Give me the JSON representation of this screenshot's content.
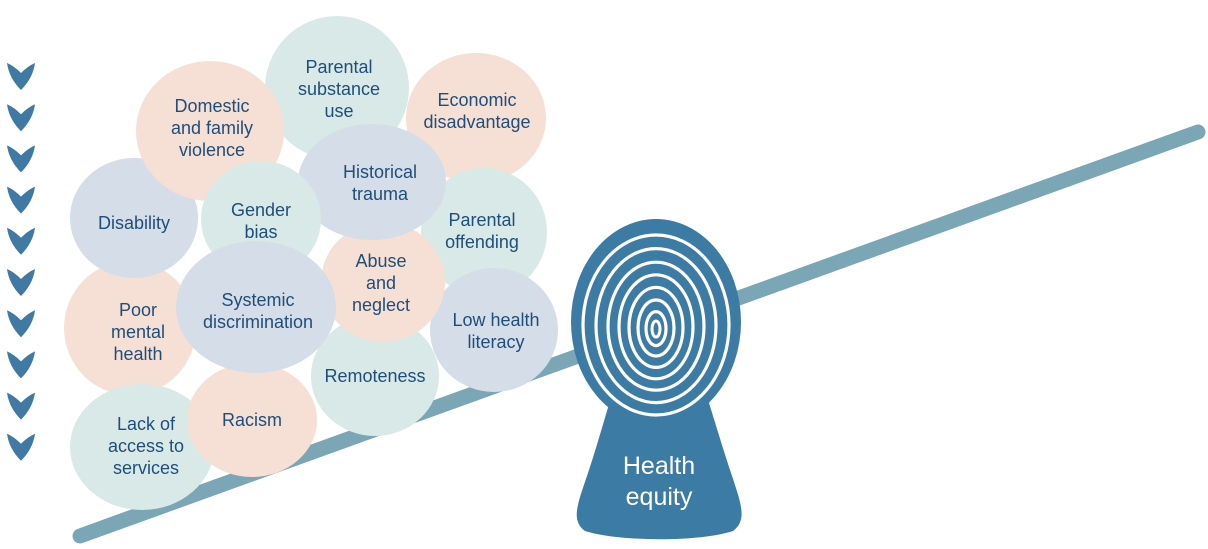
{
  "colors": {
    "beam": "#7aa6b5",
    "arrow": "#3f79a4",
    "fulcrum": "#3c7ba3",
    "text": "#1f4e7a",
    "peach": "#f6dfd5",
    "mint": "#d9e9e7",
    "lavender": "#d5dde9"
  },
  "arrows": {
    "count": 10,
    "direction": "down",
    "icon": "chevron-down-icon"
  },
  "fulcrum": {
    "icon": "concentric-rings-icon",
    "label_lines": [
      "Health",
      "equity"
    ]
  },
  "factors": [
    {
      "id": "parental-substance-use",
      "lines": [
        "Parental",
        "substance",
        "use"
      ],
      "fill": "mint"
    },
    {
      "id": "economic-disadvantage",
      "lines": [
        "Economic",
        "disadvantage"
      ],
      "fill": "peach"
    },
    {
      "id": "domestic-and-family-violence",
      "lines": [
        "Domestic",
        "and family",
        "violence"
      ],
      "fill": "peach"
    },
    {
      "id": "historical-trauma",
      "lines": [
        "Historical",
        "trauma"
      ],
      "fill": "lavender"
    },
    {
      "id": "disability",
      "lines": [
        "Disability"
      ],
      "fill": "lavender"
    },
    {
      "id": "gender-bias",
      "lines": [
        "Gender",
        "bias"
      ],
      "fill": "mint"
    },
    {
      "id": "parental-offending",
      "lines": [
        "Parental",
        "offending"
      ],
      "fill": "mint"
    },
    {
      "id": "low-health-literacy",
      "lines": [
        "Low health",
        "literacy"
      ],
      "fill": "lavender"
    },
    {
      "id": "remoteness",
      "lines": [
        "Remoteness"
      ],
      "fill": "mint"
    },
    {
      "id": "abuse-and-neglect",
      "lines": [
        "Abuse",
        "and",
        "neglect"
      ],
      "fill": "peach"
    },
    {
      "id": "poor-mental-health",
      "lines": [
        "Poor",
        "mental",
        "health"
      ],
      "fill": "peach"
    },
    {
      "id": "lack-of-access-to-services",
      "lines": [
        "Lack of",
        "access to",
        "services"
      ],
      "fill": "mint"
    },
    {
      "id": "racism",
      "lines": [
        "Racism"
      ],
      "fill": "peach"
    },
    {
      "id": "systemic-discrimination",
      "lines": [
        "Systemic",
        "discrimination"
      ],
      "fill": "lavender"
    }
  ]
}
